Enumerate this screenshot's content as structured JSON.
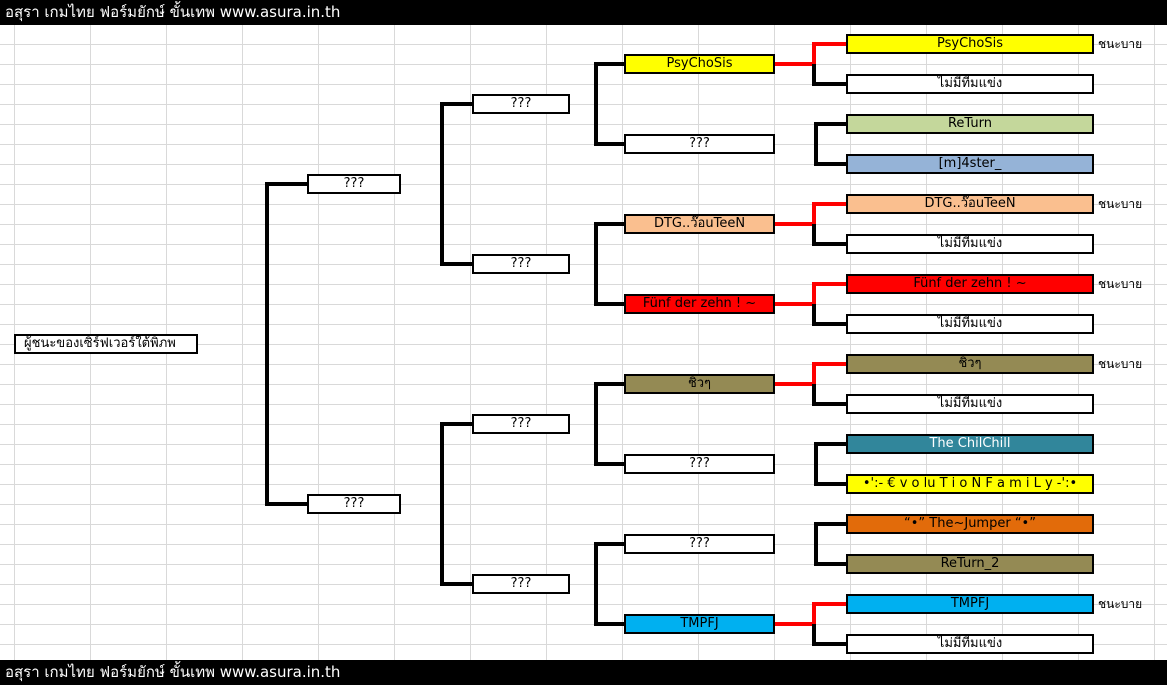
{
  "header": {
    "title": "อสุรา เกมไทย ฟอร์มยักษ์ ขั้นเทพ www.asura.in.th"
  },
  "footer": {
    "title": "อสุรา เกมไทย ฟอร์มยักษ์ ขั้นเทพ www.asura.in.th"
  },
  "winner_label": "ผู้ชนะของเซิร์ฟเวอร์ใต้พิภพ",
  "round1": [
    {
      "name": "PsyChoSis",
      "bg": "#ffff00",
      "fg": "#000000",
      "note": "ชนะบาย"
    },
    {
      "name": "ไม่มีทีมแข่ง",
      "bg": "#ffffff",
      "fg": "#000000",
      "note": ""
    },
    {
      "name": "ReTurn",
      "bg": "#c4d79b",
      "fg": "#000000",
      "note": ""
    },
    {
      "name": "[m]4ster_",
      "bg": "#95b3d7",
      "fg": "#000000",
      "note": ""
    },
    {
      "name": "DTG..ว๊อuTeeN",
      "bg": "#fabf8f",
      "fg": "#000000",
      "note": "ชนะบาย"
    },
    {
      "name": "ไม่มีทีมแข่ง",
      "bg": "#ffffff",
      "fg": "#000000",
      "note": ""
    },
    {
      "name": "Fünf der zehn ! ~",
      "bg": "#ff0000",
      "fg": "#000000",
      "note": "ชนะบาย"
    },
    {
      "name": "ไม่มีทีมแข่ง",
      "bg": "#ffffff",
      "fg": "#000000",
      "note": ""
    },
    {
      "name": "ชิวๆ",
      "bg": "#948a54",
      "fg": "#000000",
      "note": "ชนะบาย"
    },
    {
      "name": "ไม่มีทีมแข่ง",
      "bg": "#ffffff",
      "fg": "#000000",
      "note": ""
    },
    {
      "name": "The ChilChill",
      "bg": "#31869b",
      "fg": "#ffffff",
      "note": ""
    },
    {
      "name": "•':- € v o lu T i o N F a m i L y -':•",
      "bg": "#ffff00",
      "fg": "#000000",
      "note": ""
    },
    {
      "name": "“•” The~Jumper “•”",
      "bg": "#e26b0a",
      "fg": "#000000",
      "note": ""
    },
    {
      "name": "ReTurn_2",
      "bg": "#948a54",
      "fg": "#000000",
      "note": ""
    },
    {
      "name": "TMPFJ",
      "bg": "#00b0f0",
      "fg": "#000000",
      "note": "ชนะบาย"
    },
    {
      "name": "ไม่มีทีมแข่ง",
      "bg": "#ffffff",
      "fg": "#000000",
      "note": ""
    }
  ],
  "round2": [
    {
      "name": "PsyChoSis",
      "bg": "#ffff00",
      "fg": "#000000"
    },
    {
      "name": "???",
      "bg": "#ffffff",
      "fg": "#000000"
    },
    {
      "name": "DTG..ว๊อuTeeN",
      "bg": "#fabf8f",
      "fg": "#000000"
    },
    {
      "name": "Fünf der zehn ! ~",
      "bg": "#ff0000",
      "fg": "#000000"
    },
    {
      "name": "ชิวๆ",
      "bg": "#948a54",
      "fg": "#000000"
    },
    {
      "name": "???",
      "bg": "#ffffff",
      "fg": "#000000"
    },
    {
      "name": "???",
      "bg": "#ffffff",
      "fg": "#000000"
    },
    {
      "name": "TMPFJ",
      "bg": "#00b0f0",
      "fg": "#000000"
    }
  ],
  "round3": [
    {
      "name": "???"
    },
    {
      "name": "???"
    },
    {
      "name": "???"
    },
    {
      "name": "???"
    }
  ],
  "round4": [
    {
      "name": "???"
    },
    {
      "name": "???"
    }
  ],
  "colors": {
    "advance_line": "#ff0000",
    "bracket_line": "#000000"
  }
}
